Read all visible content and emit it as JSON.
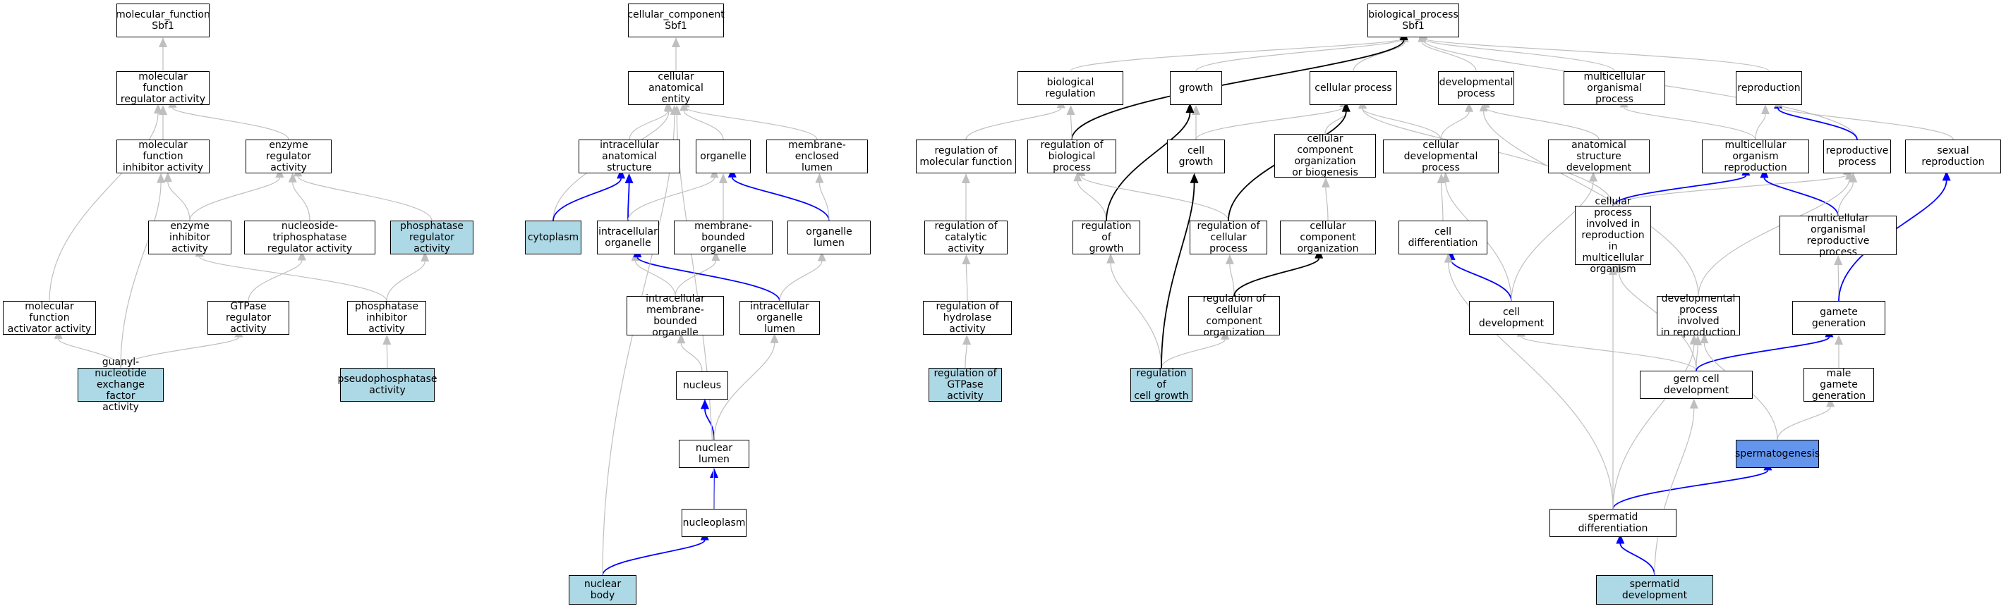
{
  "colors": {
    "highlight_node": "#add8e6",
    "focus_node": "#6495ed",
    "edge_gray": "#bfbfbf",
    "edge_black": "#000000",
    "edge_blue": "#0000ff"
  },
  "nodes": {
    "mf_root": {
      "label": "molecular_function\nSbf1"
    },
    "mf_reg": {
      "label": "molecular function\nregulator activity"
    },
    "mf_inhib": {
      "label": "molecular function\ninhibitor activity"
    },
    "enz_reg": {
      "label": "enzyme regulator\nactivity"
    },
    "enz_inhib": {
      "label": "enzyme inhibitor\nactivity"
    },
    "ntp_reg": {
      "label": "nucleoside-triphosphatase\nregulator activity"
    },
    "phos_reg": {
      "label": "phosphatase\nregulator activity",
      "fill": "highlight_node"
    },
    "mf_act": {
      "label": "molecular function\nactivator activity"
    },
    "gtpase_reg": {
      "label": "GTPase regulator\nactivity"
    },
    "phos_inhib": {
      "label": "phosphatase\ninhibitor activity"
    },
    "gnef": {
      "label": "guanyl-nucleotide\nexchange factor\nactivity",
      "fill": "highlight_node"
    },
    "pseudophos": {
      "label": "pseudophosphatase\nactivity",
      "fill": "highlight_node"
    },
    "cc_root": {
      "label": "cellular_component\nSbf1"
    },
    "cae": {
      "label": "cellular anatomical\nentity"
    },
    "ias": {
      "label": "intracellular\nanatomical structure"
    },
    "organelle": {
      "label": "organelle"
    },
    "mel": {
      "label": "membrane-enclosed\nlumen"
    },
    "cytoplasm": {
      "label": "cytoplasm",
      "fill": "highlight_node"
    },
    "ic_org": {
      "label": "intracellular\norganelle"
    },
    "mb_org": {
      "label": "membrane-bounded\norganelle"
    },
    "org_lumen": {
      "label": "organelle lumen"
    },
    "imbo": {
      "label": "intracellular\nmembrane-bounded\norganelle"
    },
    "ic_org_lumen": {
      "label": "intracellular\norganelle lumen"
    },
    "nucleus": {
      "label": "nucleus"
    },
    "nuc_lumen": {
      "label": "nuclear lumen"
    },
    "nucleoplasm": {
      "label": "nucleoplasm"
    },
    "nuc_body": {
      "label": "nuclear body",
      "fill": "highlight_node"
    },
    "bp_root": {
      "label": "biological_process\nSbf1"
    },
    "bio_reg": {
      "label": "biological regulation"
    },
    "growth": {
      "label": "growth"
    },
    "cell_proc": {
      "label": "cellular process"
    },
    "dev_proc": {
      "label": "developmental\nprocess"
    },
    "mc_org_proc": {
      "label": "multicellular\norganismal process"
    },
    "reproduction": {
      "label": "reproduction"
    },
    "reg_mf": {
      "label": "regulation of\nmolecular function"
    },
    "reg_bp": {
      "label": "regulation of\nbiological process"
    },
    "cell_growth": {
      "label": "cell growth"
    },
    "ccob": {
      "label": "cellular component\norganization\nor biogenesis"
    },
    "cell_dev_proc": {
      "label": "cellular developmental\nprocess"
    },
    "anat_dev": {
      "label": "anatomical structure\ndevelopment"
    },
    "mc_org_repro": {
      "label": "multicellular\norganism reproduction"
    },
    "repro_proc": {
      "label": "reproductive\nprocess"
    },
    "sex_repro": {
      "label": "sexual reproduction"
    },
    "reg_cat": {
      "label": "regulation of\ncatalytic activity"
    },
    "reg_growth": {
      "label": "regulation of\ngrowth"
    },
    "reg_cp": {
      "label": "regulation of\ncellular process"
    },
    "cco": {
      "label": "cellular component\norganization"
    },
    "cell_diff": {
      "label": "cell differentiation"
    },
    "cp_repro": {
      "label": "cellular process\ninvolved in\nreproduction\nin multicellular\norganism"
    },
    "mc_org_repro_proc": {
      "label": "multicellular\norganismal reproductive\nprocess"
    },
    "reg_hydro": {
      "label": "regulation of\nhydrolase activity"
    },
    "reg_cco": {
      "label": "regulation of\ncellular component\norganization"
    },
    "cell_dev": {
      "label": "cell development"
    },
    "dev_repro": {
      "label": "developmental\nprocess involved\nin reproduction"
    },
    "gamete_gen": {
      "label": "gamete generation"
    },
    "reg_gtpase": {
      "label": "regulation of\nGTPase activity",
      "fill": "highlight_node"
    },
    "reg_cell_growth": {
      "label": "regulation of\ncell growth",
      "fill": "highlight_node"
    },
    "germ_cell_dev": {
      "label": "germ cell development"
    },
    "male_gamete": {
      "label": "male gamete\ngeneration"
    },
    "spermatogenesis": {
      "label": "spermatogenesis",
      "fill": "focus_node"
    },
    "spermatid_diff": {
      "label": "spermatid differentiation"
    },
    "spermatid_dev": {
      "label": "spermatid development",
      "fill": "highlight_node"
    }
  },
  "edges": [
    [
      "mf_reg",
      "mf_root",
      "gray"
    ],
    [
      "mf_inhib",
      "mf_reg",
      "gray"
    ],
    [
      "enz_reg",
      "mf_reg",
      "gray"
    ],
    [
      "mf_act",
      "mf_reg",
      "gray"
    ],
    [
      "enz_inhib",
      "mf_inhib",
      "gray"
    ],
    [
      "enz_inhib",
      "enz_reg",
      "gray"
    ],
    [
      "ntp_reg",
      "enz_reg",
      "gray"
    ],
    [
      "phos_reg",
      "enz_reg",
      "gray"
    ],
    [
      "phos_inhib",
      "enz_inhib",
      "gray"
    ],
    [
      "phos_inhib",
      "phos_reg",
      "gray"
    ],
    [
      "gtpase_reg",
      "ntp_reg",
      "gray"
    ],
    [
      "gnef",
      "mf_act",
      "gray"
    ],
    [
      "gnef",
      "gtpase_reg",
      "gray"
    ],
    [
      "gnef",
      "mf_inhib",
      "gray"
    ],
    [
      "pseudophos",
      "phos_inhib",
      "gray"
    ],
    [
      "cae",
      "cc_root",
      "gray"
    ],
    [
      "ias",
      "cae",
      "gray"
    ],
    [
      "organelle",
      "cae",
      "gray"
    ],
    [
      "mel",
      "cae",
      "gray"
    ],
    [
      "cytoplasm",
      "cae",
      "gray"
    ],
    [
      "cytoplasm",
      "ias",
      "blue"
    ],
    [
      "ic_org",
      "ias",
      "blue"
    ],
    [
      "ic_org",
      "organelle",
      "gray"
    ],
    [
      "mb_org",
      "organelle",
      "gray"
    ],
    [
      "org_lumen",
      "organelle",
      "blue"
    ],
    [
      "org_lumen",
      "mel",
      "gray"
    ],
    [
      "imbo",
      "ic_org",
      "gray"
    ],
    [
      "imbo",
      "mb_org",
      "gray"
    ],
    [
      "ic_org_lumen",
      "ic_org",
      "blue"
    ],
    [
      "ic_org_lumen",
      "org_lumen",
      "gray"
    ],
    [
      "nucleus",
      "imbo",
      "gray"
    ],
    [
      "nuc_lumen",
      "nucleus",
      "blue"
    ],
    [
      "nuc_lumen",
      "ic_org_lumen",
      "gray"
    ],
    [
      "nucleoplasm",
      "nuc_lumen",
      "blue"
    ],
    [
      "nucleoplasm",
      "cae",
      "gray"
    ],
    [
      "nuc_body",
      "nucleoplasm",
      "blue"
    ],
    [
      "nuc_body",
      "cae",
      "gray"
    ],
    [
      "bio_reg",
      "bp_root",
      "gray"
    ],
    [
      "growth",
      "bp_root",
      "gray"
    ],
    [
      "cell_proc",
      "bp_root",
      "gray"
    ],
    [
      "dev_proc",
      "bp_root",
      "gray"
    ],
    [
      "mc_org_proc",
      "bp_root",
      "gray"
    ],
    [
      "reproduction",
      "bp_root",
      "gray"
    ],
    [
      "repro_proc",
      "bp_root",
      "gray"
    ],
    [
      "reg_bp",
      "bp_root",
      "black"
    ],
    [
      "reg_mf",
      "bio_reg",
      "gray"
    ],
    [
      "reg_bp",
      "bio_reg",
      "gray"
    ],
    [
      "cell_growth",
      "growth",
      "gray"
    ],
    [
      "cell_growth",
      "cell_proc",
      "gray"
    ],
    [
      "ccob",
      "cell_proc",
      "gray"
    ],
    [
      "cell_dev_proc",
      "cell_proc",
      "gray"
    ],
    [
      "cell_dev_proc",
      "dev_proc",
      "gray"
    ],
    [
      "anat_dev",
      "dev_proc",
      "gray"
    ],
    [
      "mc_org_repro",
      "mc_org_proc",
      "gray"
    ],
    [
      "mc_org_repro",
      "reproduction",
      "gray"
    ],
    [
      "repro_proc",
      "reproduction",
      "blue"
    ],
    [
      "sex_repro",
      "reproduction",
      "gray"
    ],
    [
      "reg_cat",
      "reg_mf",
      "gray"
    ],
    [
      "reg_growth",
      "reg_bp",
      "gray"
    ],
    [
      "reg_growth",
      "growth",
      "black"
    ],
    [
      "reg_cp",
      "reg_bp",
      "gray"
    ],
    [
      "reg_cp",
      "cell_proc",
      "black"
    ],
    [
      "cco",
      "ccob",
      "gray"
    ],
    [
      "cell_diff",
      "cell_dev_proc",
      "gray"
    ],
    [
      "cp_repro",
      "cell_proc",
      "gray"
    ],
    [
      "cp_repro",
      "mc_org_repro",
      "blue"
    ],
    [
      "cp_repro",
      "repro_proc",
      "gray"
    ],
    [
      "mc_org_repro_proc",
      "mc_org_repro",
      "blue"
    ],
    [
      "mc_org_repro_proc",
      "repro_proc",
      "gray"
    ],
    [
      "reg_hydro",
      "reg_cat",
      "gray"
    ],
    [
      "reg_cco",
      "reg_cp",
      "gray"
    ],
    [
      "reg_cco",
      "cco",
      "black"
    ],
    [
      "cell_dev",
      "cell_diff",
      "blue"
    ],
    [
      "cell_dev",
      "cell_dev_proc",
      "gray"
    ],
    [
      "cell_dev",
      "anat_dev",
      "gray"
    ],
    [
      "dev_repro",
      "dev_proc",
      "gray"
    ],
    [
      "dev_repro",
      "repro_proc",
      "gray"
    ],
    [
      "gamete_gen",
      "mc_org_repro_proc",
      "gray"
    ],
    [
      "gamete_gen",
      "sex_repro",
      "blue"
    ],
    [
      "reg_gtpase",
      "reg_hydro",
      "gray"
    ],
    [
      "reg_cell_growth",
      "reg_growth",
      "gray"
    ],
    [
      "reg_cell_growth",
      "reg_cco",
      "gray"
    ],
    [
      "reg_cell_growth",
      "cell_growth",
      "black"
    ],
    [
      "germ_cell_dev",
      "cell_dev",
      "gray"
    ],
    [
      "germ_cell_dev",
      "dev_repro",
      "gray"
    ],
    [
      "germ_cell_dev",
      "cp_repro",
      "gray"
    ],
    [
      "germ_cell_dev",
      "gamete_gen",
      "blue"
    ],
    [
      "male_gamete",
      "gamete_gen",
      "gray"
    ],
    [
      "spermatogenesis",
      "male_gamete",
      "gray"
    ],
    [
      "spermatogenesis",
      "dev_repro",
      "gray"
    ],
    [
      "spermatid_diff",
      "spermatogenesis",
      "blue"
    ],
    [
      "spermatid_diff",
      "cell_diff",
      "gray"
    ],
    [
      "spermatid_diff",
      "cp_repro",
      "gray"
    ],
    [
      "spermatid_diff",
      "dev_repro",
      "gray"
    ],
    [
      "spermatid_dev",
      "spermatid_diff",
      "blue"
    ],
    [
      "spermatid_dev",
      "germ_cell_dev",
      "gray"
    ]
  ]
}
